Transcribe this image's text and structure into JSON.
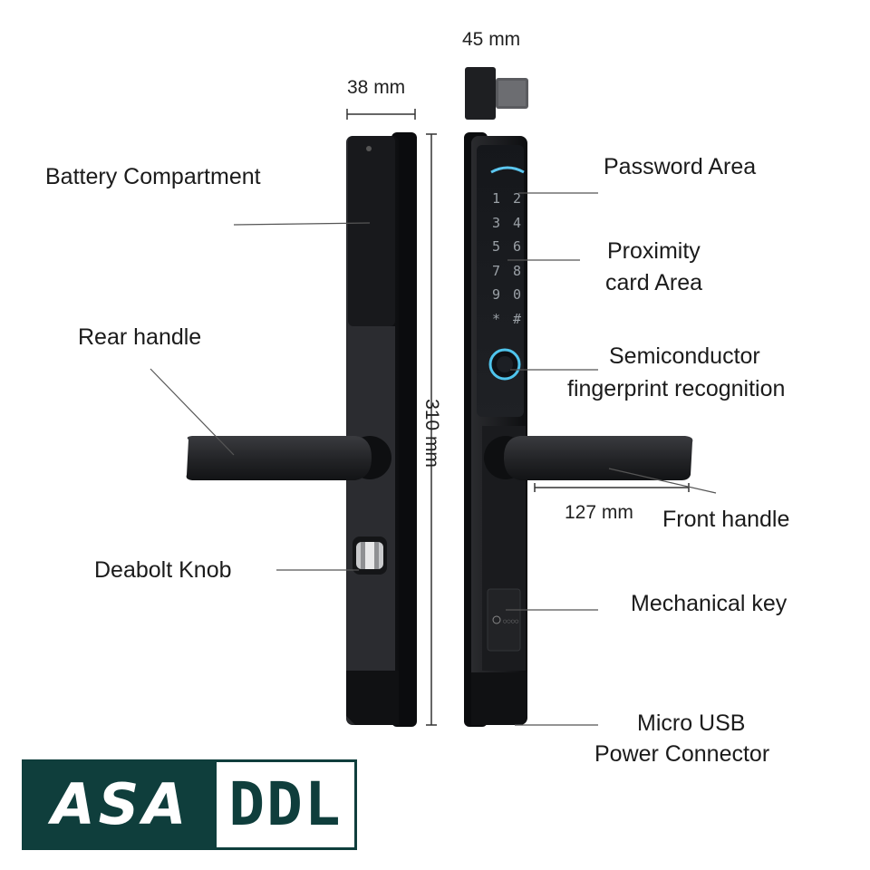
{
  "dimensions": {
    "rear_width": "38 mm",
    "front_depth": "45 mm",
    "height": "310 mm",
    "handle_length": "127 mm"
  },
  "labels": {
    "battery": "Battery Compartment",
    "rear_handle": "Rear handle",
    "deadbolt": "Deabolt Knob",
    "password": "Password Area",
    "proximity_1": "Proximity",
    "proximity_2": "card Area",
    "fingerprint_1": "Semiconductor",
    "fingerprint_2": "fingerprint recognition",
    "front_handle": "Front handle",
    "mech_key": "Mechanical key",
    "usb_1": "Micro USB",
    "usb_2": "Power Connector"
  },
  "keypad": [
    "1",
    "2",
    "3",
    "4",
    "5",
    "6",
    "7",
    "8",
    "9",
    "0",
    "*",
    "#"
  ],
  "logo": {
    "left": "ASA",
    "right": "DDL",
    "color": "#0f3e3c"
  }
}
